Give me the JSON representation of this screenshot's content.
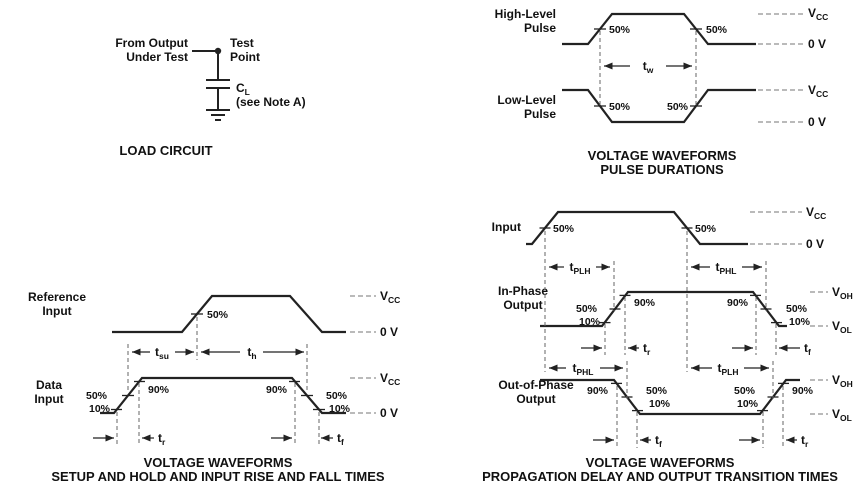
{
  "common": {
    "pct50": "50%",
    "pct90": "90%",
    "pct10": "10%",
    "zero_v": "0 V",
    "v": "V",
    "sub_cc": "CC",
    "sub_oh": "OH",
    "sub_ol": "OL",
    "t": "t",
    "sub_w": "w",
    "sub_su": "su",
    "sub_h": "h",
    "sub_r": "r",
    "sub_f": "f",
    "sub_plh": "PLH",
    "sub_phl": "PHL"
  },
  "load_circuit": {
    "from_output_1": "From Output",
    "from_output_2": "Under Test",
    "test_point_1": "Test",
    "test_point_2": "Point",
    "cap_c": "C",
    "cap_sub": "L",
    "note": "(see Note A)",
    "title": "LOAD CIRCUIT"
  },
  "pulse_durations": {
    "high_1": "High-Level",
    "high_2": "Pulse",
    "low_1": "Low-Level",
    "low_2": "Pulse",
    "title_1": "VOLTAGE WAVEFORMS",
    "title_2": "PULSE DURATIONS"
  },
  "setup_hold": {
    "ref_1": "Reference",
    "ref_2": "Input",
    "data_1": "Data",
    "data_2": "Input",
    "title_1": "VOLTAGE WAVEFORMS",
    "title_2": "SETUP AND HOLD AND INPUT RISE AND FALL TIMES"
  },
  "prop_delay": {
    "input": "Input",
    "inphase_1": "In-Phase",
    "inphase_2": "Output",
    "outphase_1": "Out-of-Phase",
    "outphase_2": "Output",
    "title_1": "VOLTAGE WAVEFORMS",
    "title_2": "PROPAGATION DELAY AND OUTPUT TRANSITION TIMES"
  }
}
